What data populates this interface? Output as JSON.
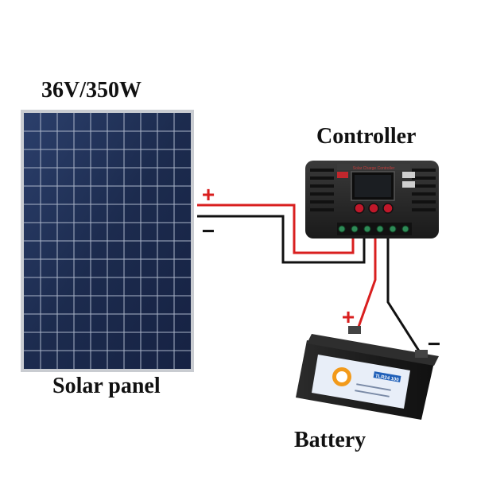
{
  "panel": {
    "title": "36V/350W",
    "caption": "Solar panel"
  },
  "controller": {
    "title": "Controller",
    "header_text": "Solar Charge Controller"
  },
  "battery": {
    "caption": "Battery",
    "badge_text": "TLR24 100"
  },
  "polarity": {
    "positive": "+",
    "negative": "−"
  },
  "colors": {
    "positive_wire": "#d91f1f",
    "negative_wire": "#111111",
    "panel_cell": "#1d2e52",
    "panel_frame": "#c9ccd1",
    "controller_body": "#2a2a2a",
    "controller_button": "#c0182a",
    "terminal": "#2e8b57",
    "battery_body": "#1f1f1f",
    "battery_label": "#e8eef8"
  },
  "icons": [
    "plus-sign",
    "minus-sign"
  ]
}
